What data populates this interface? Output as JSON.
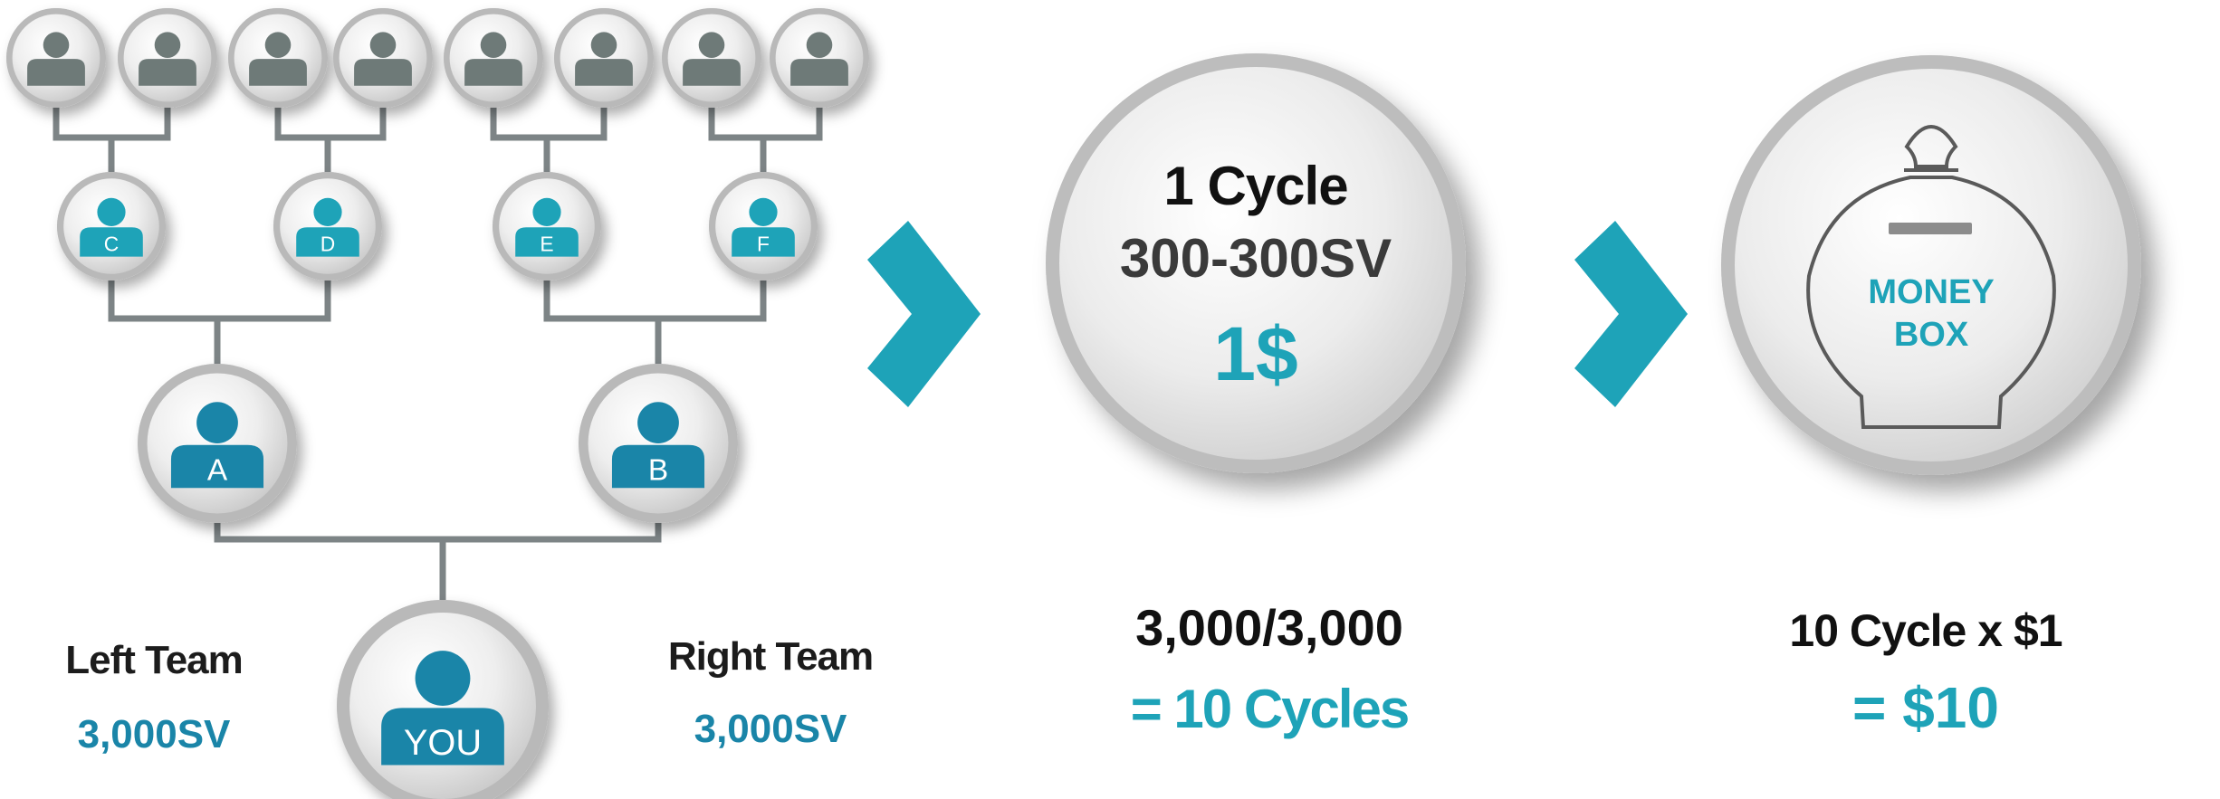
{
  "tree": {
    "nodes": [
      {
        "id": "g1",
        "label": "",
        "level": "top"
      },
      {
        "id": "g2",
        "label": "",
        "level": "top"
      },
      {
        "id": "g3",
        "label": "",
        "level": "top"
      },
      {
        "id": "g4",
        "label": "",
        "level": "top"
      },
      {
        "id": "g5",
        "label": "",
        "level": "top"
      },
      {
        "id": "g6",
        "label": "",
        "level": "top"
      },
      {
        "id": "g7",
        "label": "",
        "level": "top"
      },
      {
        "id": "g8",
        "label": "",
        "level": "top"
      },
      {
        "id": "c",
        "label": "C",
        "level": "third"
      },
      {
        "id": "d",
        "label": "D",
        "level": "third"
      },
      {
        "id": "e",
        "label": "E",
        "level": "third"
      },
      {
        "id": "f",
        "label": "F",
        "level": "third"
      },
      {
        "id": "a",
        "label": "A",
        "level": "second"
      },
      {
        "id": "b",
        "label": "B",
        "level": "second"
      },
      {
        "id": "you",
        "label": "YOU",
        "level": "root"
      }
    ],
    "left_team": {
      "label": "Left Team",
      "value": "3,000SV"
    },
    "right_team": {
      "label": "Right Team",
      "value": "3,000SV"
    }
  },
  "cycle": {
    "title": "1 Cycle",
    "ratio": "300-300SV",
    "payout": "1$",
    "result_line1": "3,000/3,000",
    "result_line2": "= 10 Cycles"
  },
  "money_box": {
    "label_line1": "MONEY",
    "label_line2": "BOX",
    "result_line1": "10 Cycle x $1",
    "result_line2": "= $10"
  },
  "colors": {
    "teal": "#1ea3b8",
    "blue": "#1a85a8",
    "gray_person": "#6e7a78",
    "connector": "#7d8486",
    "text_dark": "#1c1c1c"
  },
  "icons": {
    "arrow": "chevron-right-icon",
    "person": "person-icon",
    "jar": "money-jar-icon"
  }
}
